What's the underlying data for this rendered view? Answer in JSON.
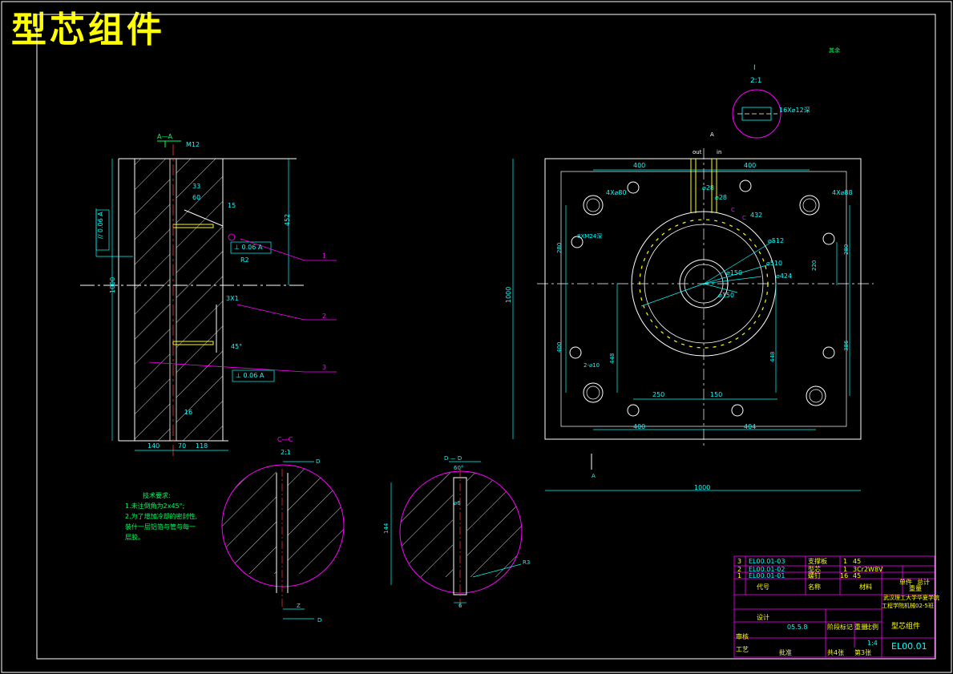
{
  "drawing_title": "型芯组件",
  "surface_finish": "其余",
  "detail_I": {
    "label": "I",
    "scale": "2:1",
    "note": "16X⌀12深"
  },
  "section_AA": {
    "label": "A—A",
    "thread": "M12",
    "dims": {
      "overall_height": "1000",
      "upper_height": "452",
      "w140": "140",
      "w70": "70",
      "w118": "118",
      "d_upper": "33",
      "d_mid": "60",
      "d_15": "15",
      "d_16": "16",
      "r2": "R2",
      "d_3x1": "3X1",
      "angle": "45°"
    },
    "tolerance_frames": [
      "// 0.06 A",
      "⊥ 0.06 A",
      "⊥ 0.06 A"
    ],
    "callouts": [
      "1",
      "2",
      "3"
    ]
  },
  "plan_view": {
    "labels": {
      "out": "out",
      "in": "in",
      "section_A_top": "A",
      "section_A_bottom": "A",
      "c1": "C",
      "c2": "C"
    },
    "dims": {
      "top_left": "400",
      "top_right": "400",
      "holes_4x80": "4X⌀80",
      "holes_4x88": "4X⌀88",
      "dia_432": "432",
      "dia_512": "⌀512",
      "dia_510": "⌀510",
      "dia_424": "⌀424",
      "dia_150": "⌀150",
      "dia_150b": "⌀150",
      "dia_28": "⌀28",
      "dia_28b": "⌀28",
      "thread_8": "8XM24深",
      "hole_2x10": "2-⌀10",
      "left_280": "280",
      "left_400": "400",
      "left_448": "448",
      "right_280": "280",
      "right_220": "220",
      "right_386": "386",
      "right_448": "448",
      "bottom_250": "250",
      "bottom_150": "150",
      "bottom_400": "400",
      "bottom_404": "404",
      "height_1000": "1000",
      "width_1000": "1000"
    }
  },
  "section_CC": {
    "label": "C—C",
    "scale": "2:1",
    "d_top": "D",
    "d_bottom": "D",
    "dim_z": "Z"
  },
  "section_DD": {
    "label": "D — D",
    "angle": "60°",
    "dim_144": "144",
    "dim_w": "⌀6",
    "dim_6": "6",
    "r3": "R3"
  },
  "technical_requirements": {
    "heading": "技术要求:",
    "lines": [
      "1.未注倒角为2x45°;",
      "2.为了增加冷却的密封性,",
      "装什一层铝箔与管与每一",
      "层胶。"
    ]
  },
  "title_block": {
    "parts": [
      {
        "no": "3",
        "code": "EL00.01-03",
        "name": "支撑板",
        "qty": "1",
        "material": "45"
      },
      {
        "no": "2",
        "code": "EL00.01-02",
        "name": "型芯",
        "qty": "1",
        "material": "3Cr2W8V"
      },
      {
        "no": "1",
        "code": "EL00.01-01",
        "name": "螺钉",
        "qty": "16",
        "material": "45"
      }
    ],
    "header": {
      "code": "代号",
      "name": "名称",
      "material": "材料",
      "single": "单件",
      "total": "总计",
      "weight": "重量"
    },
    "school": "武汉理工大学华夏学院",
    "class": "工程学院机械02-5班",
    "design_label": "设计",
    "date": "05.5.8",
    "stage": "阶段标记",
    "mass": "重量",
    "scale_label": "比例",
    "scale": "1:4",
    "sheets": "共4张",
    "sheet": "第3张",
    "approve": "批准",
    "craft": "工艺",
    "review": "审核",
    "drawing_name": "型芯组件",
    "drawing_code": "EL00.01"
  },
  "colors": {
    "cyan": "#00ffff",
    "yellow": "#ffff00",
    "magenta": "#ff00ff",
    "white": "#ffffff",
    "green": "#00ff66",
    "red": "#ff3333",
    "blue": "#3366ff"
  }
}
